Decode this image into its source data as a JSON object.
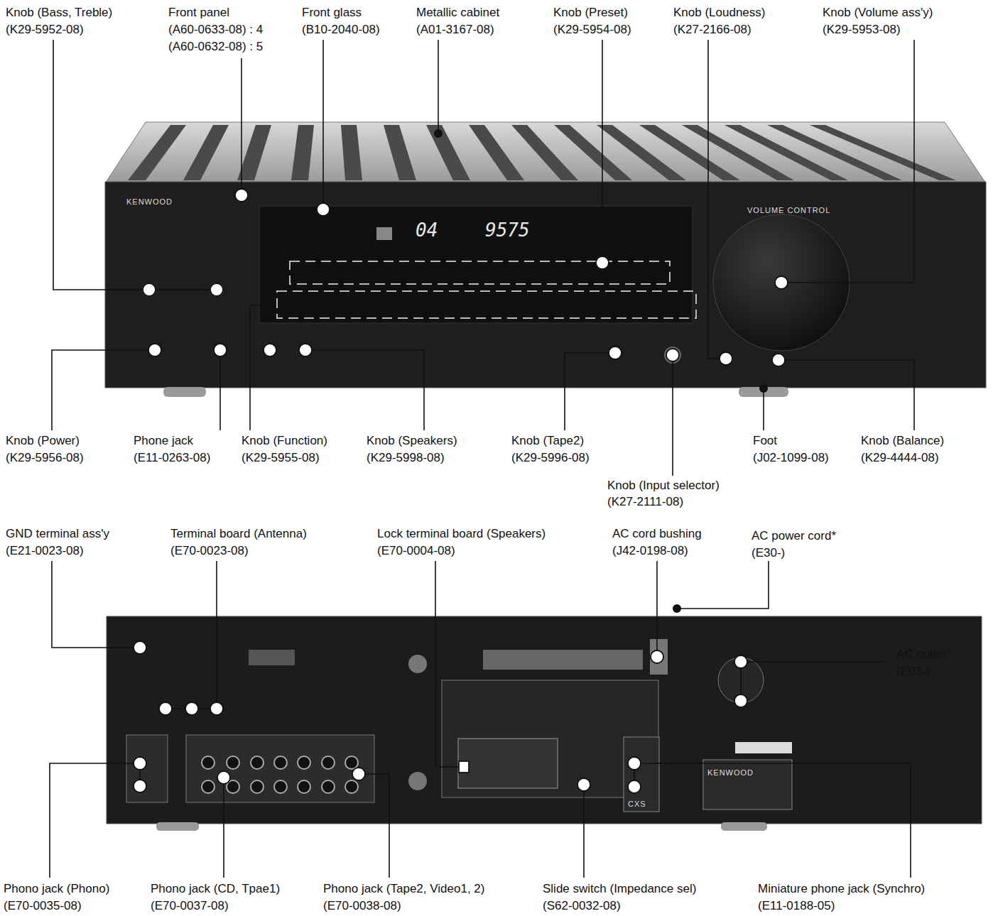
{
  "diagram": {
    "labels": [
      "Knob (Bass, Treble)",
      "(K29-5952-08)",
      "Front panel",
      "(A60-0633-08) : 4",
      "(A60-0632-08) : 5",
      "Front glass",
      "(B10-2040-08)",
      "Metallic cabinet",
      "(A01-3167-08)",
      "Knob (Preset)",
      "(K29-5954-08)",
      "Knob (Loudness)",
      "(K27-2166-08)",
      "Knob (Volume ass'y)",
      "(K29-5953-08)",
      "Knob (Power)",
      "(K29-5956-08)",
      "Phone jack",
      "(E11-0263-08)",
      "Knob (Function)",
      "(K29-5955-08)",
      "Knob (Speakers)",
      "(K29-5998-08)",
      "Knob (Tape2)",
      "(K29-5996-08)",
      "Foot",
      "(J02-1099-08)",
      "Knob (Balance)",
      "(K29-4444-08)",
      "Knob (Input selector)",
      "(K27-2111-08)",
      "GND terminal ass'y",
      "(E21-0023-08)",
      "Terminal board (Antenna)",
      "(E70-0023-08)",
      "Lock terminal board (Speakers)",
      "(E70-0004-08)",
      "AC cord bushing",
      "(J42-0198-08)",
      "AC power cord*",
      "(E30-)",
      "AC outlet*",
      "(E03-)",
      "Phono jack (Phono)",
      "(E70-0035-08)",
      "Phono jack (CD, Tpae1)",
      "(E70-0037-08)",
      "Phono jack (Tape2, Video1, 2)",
      "(E70-0038-08)",
      "Slide switch (Impedance sel)",
      "(S62-0032-08)",
      "Miniature phone jack (Synchro)",
      "(E11-0188-05)",
      "KENWOOD",
      "04",
      "9575",
      "VOLUME CONTROL",
      "CXS",
      "KENWOOD"
    ]
  }
}
